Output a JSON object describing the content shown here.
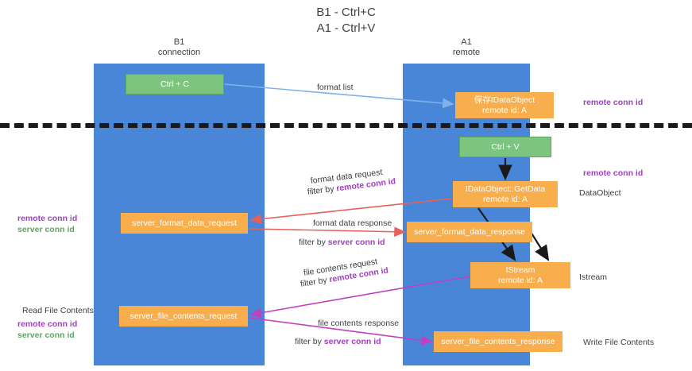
{
  "title": {
    "line1": "B1 - Ctrl+C",
    "line2": "A1 - Ctrl+V"
  },
  "columns": [
    {
      "name": "b1",
      "line1": "B1",
      "line2": "connection"
    },
    {
      "name": "a1",
      "line1": "A1",
      "line2": "remote"
    }
  ],
  "nodes": {
    "ctrl_c": {
      "line1": "Ctrl + C",
      "line2": ""
    },
    "idataobject": {
      "line1": "保存IDataObject",
      "line2": "remote id: A"
    },
    "ctrl_v": {
      "line1": "Ctrl + V",
      "line2": ""
    },
    "getdata": {
      "line1": "IDataObject::GetData",
      "line2": "remote id: A"
    },
    "sfd_request": {
      "line1": "server_format_data_request",
      "line2": ""
    },
    "sfd_response": {
      "line1": "server_format_data_response",
      "line2": ""
    },
    "istream": {
      "line1": "IStream",
      "line2": "remote id: A"
    },
    "sfc_request": {
      "line1": "server_file_contents_request",
      "line2": ""
    },
    "sfc_response": {
      "line1": "server_file_contents_response",
      "line2": ""
    }
  },
  "edge_labels": {
    "format_list": "format list",
    "format_data_request": "format data request",
    "filter_by": "filter by ",
    "remote_conn_id": "remote conn id",
    "server_conn_id": "server conn id",
    "format_data_response": "format data response",
    "file_contents_request": "file contents request",
    "file_contents_response": "file contents response"
  },
  "annotations": {
    "remote_conn_id": "remote conn id",
    "server_conn_id": "server conn id",
    "dataobject": "DataObject",
    "istream": "Istream",
    "read_file_contents": "Read File Contents",
    "write_file_contents": "Write File Contents"
  },
  "colors": {
    "lane": "#4a86d8",
    "node_orange": "#f9ae4d",
    "node_green": "#7cc47f",
    "purple": "#a13fc4",
    "green_text": "#5fa463",
    "arrow_red": "#e8605a",
    "arrow_blue": "#7fb3e8",
    "arrow_magenta": "#c040c0",
    "arrow_black": "#1a1a1a",
    "divider": "#1a1a1a"
  }
}
